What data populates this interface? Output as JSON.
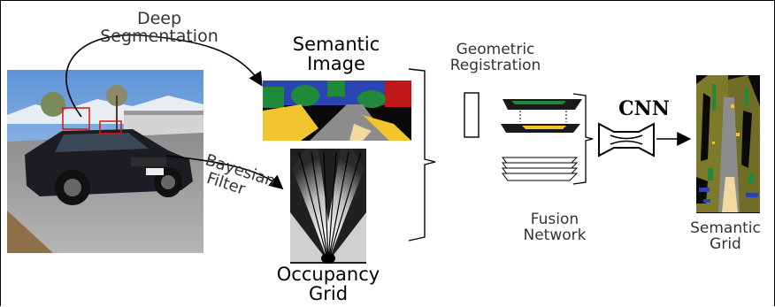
{
  "labels": {
    "deep_segmentation": [
      "Deep",
      "Segmentation"
    ],
    "semantic_image": [
      "Semantic",
      "Image"
    ],
    "bayesian_filter": [
      "Bayesian",
      "Filter"
    ],
    "occupancy_grid": [
      "Occupancy",
      "Grid"
    ],
    "geometric_registration": [
      "Geometric",
      "Registration"
    ],
    "fusion_network": [
      "Fusion",
      "Network"
    ],
    "cnn": "CNN",
    "semantic_grid": [
      "Semantic",
      "Grid"
    ]
  },
  "colors": {
    "road": "#8c8c8c",
    "vegetation": "#1f8a3a",
    "sidewalk": "#f2c42e",
    "object": "#c01818",
    "sky": "#2a44b0",
    "background": "#0a0a0a",
    "terrain_grid": "#7d7a2c"
  },
  "icons": [
    "car-photo",
    "cnn-hourglass-icon",
    "stacked-grid-layers-icon"
  ]
}
